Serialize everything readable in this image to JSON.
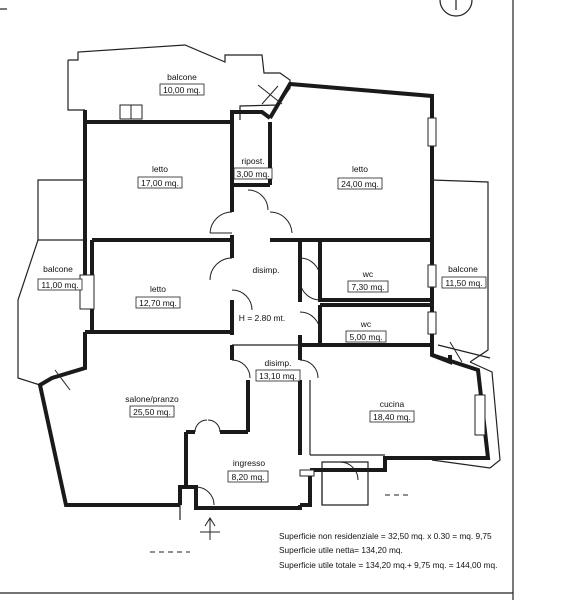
{
  "rooms": {
    "balcone_top": {
      "name": "balcone",
      "area": "10,00 mq."
    },
    "letto_1": {
      "name": "letto",
      "area": "17,00 mq."
    },
    "ripost": {
      "name": "ripost.",
      "area": "3,00 mq."
    },
    "letto_2": {
      "name": "letto",
      "area": "24,00 mq."
    },
    "disimp_1": {
      "name": "disimp."
    },
    "letto_3": {
      "name": "letto",
      "area": "12,70 mq."
    },
    "balcone_left": {
      "name": "balcone",
      "area": "11,00 mq."
    },
    "wc_1": {
      "name": "wc",
      "area": "7,30 mq."
    },
    "wc_2": {
      "name": "wc",
      "area": "5,00 mq."
    },
    "balcone_right": {
      "name": "balcone",
      "area": "11,50 mq."
    },
    "height": {
      "label": "H = 2.80 mt."
    },
    "disimp_2": {
      "name": "disimp.",
      "area": "13,10 mq."
    },
    "salone": {
      "name": "salone/pranzo",
      "area": "25,50 mq."
    },
    "cucina": {
      "name": "cucina",
      "area": "18,40 mq."
    },
    "ingresso": {
      "name": "ingresso",
      "area": "8,20 mq."
    }
  },
  "summary": {
    "line1": "Superficie non residenziale = 32,50 mq. x 0.30 = mq. 9,75",
    "line2": "Superficie utile netta= 134,20 mq.",
    "line3": "Superficie utile totale = 134,20 mq.+ 9,75 mq. = 144,00 mq."
  },
  "icons": {
    "compass": "compass-icon",
    "entrance": "entrance-arrow-icon"
  }
}
